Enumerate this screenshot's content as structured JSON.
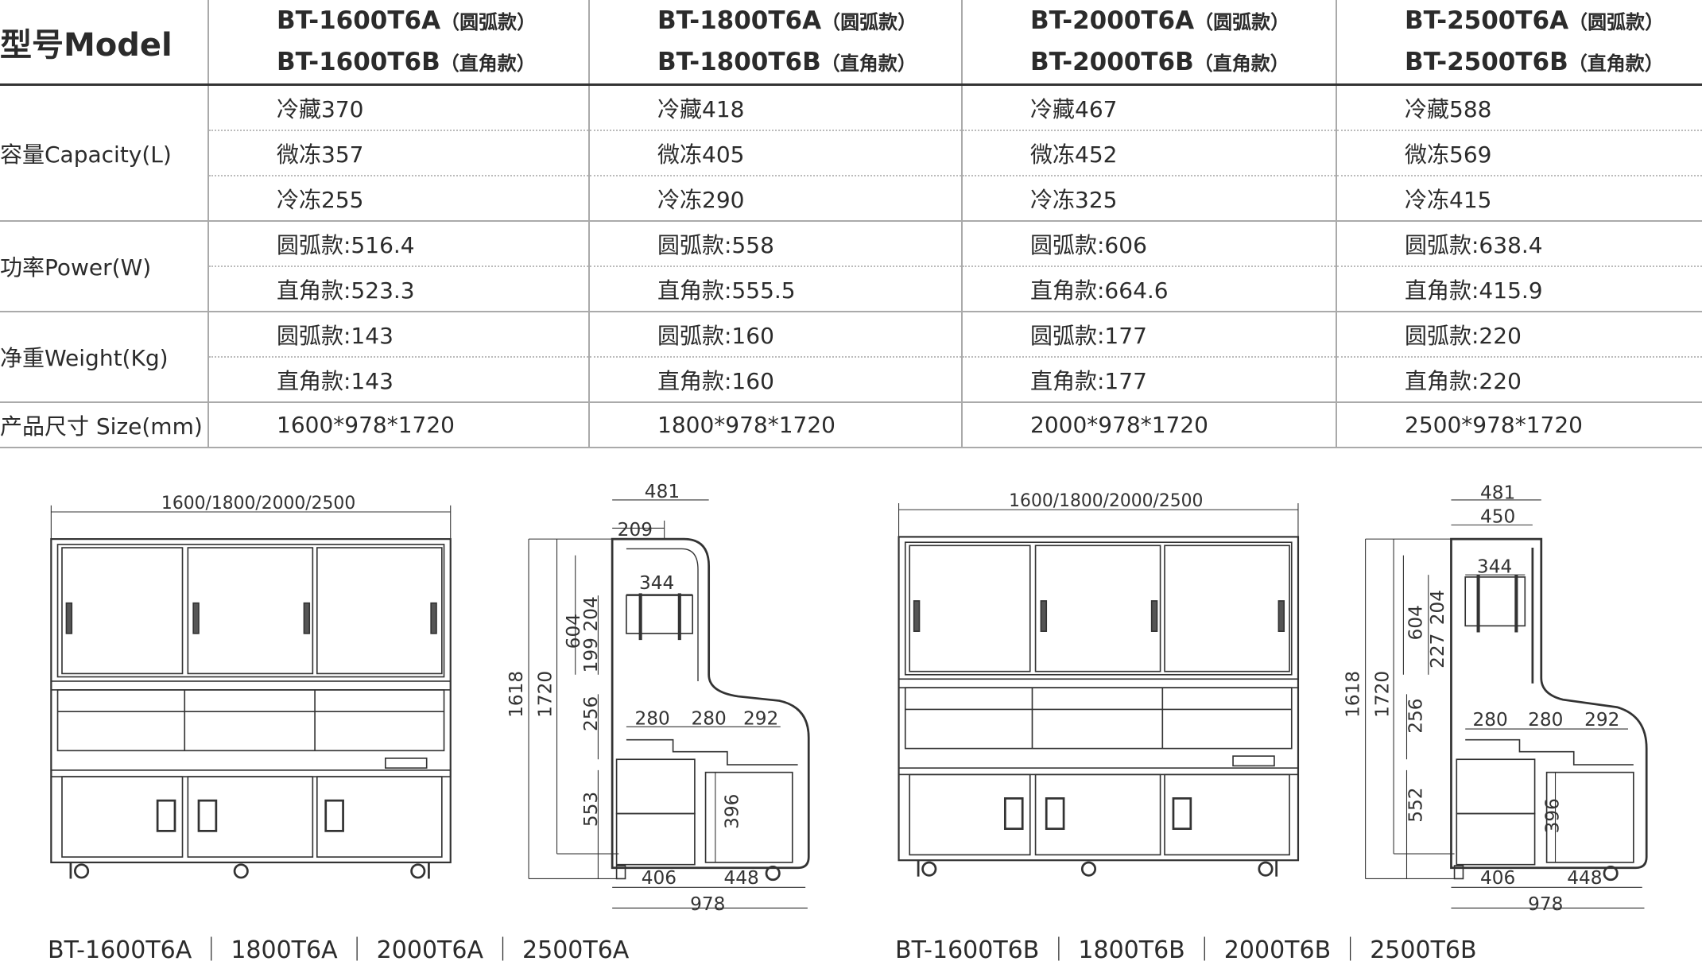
{
  "table": {
    "model_label": "型号Model",
    "models": [
      {
        "a": "BT-1600T6A",
        "a_type": "（圆弧款）",
        "b": "BT-1600T6B",
        "b_type": "（直角款）"
      },
      {
        "a": "BT-1800T6A",
        "a_type": "（圆弧款）",
        "b": "BT-1800T6B",
        "b_type": "（直角款）"
      },
      {
        "a": "BT-2000T6A",
        "a_type": "（圆弧款）",
        "b": "BT-2000T6B",
        "b_type": "（直角款）"
      },
      {
        "a": "BT-2500T6A",
        "a_type": "（圆弧款）",
        "b": "BT-2500T6B",
        "b_type": "（直角款）"
      }
    ],
    "capacity_label": "容量Capacity(L)",
    "capacity": [
      [
        "冷藏370",
        "冷藏418",
        "冷藏467",
        "冷藏588"
      ],
      [
        "微冻357",
        "微冻405",
        "微冻452",
        "微冻569"
      ],
      [
        "冷冻255",
        "冷冻290",
        "冷冻325",
        "冷冻415"
      ]
    ],
    "power_label": "功率Power(W)",
    "power": [
      [
        "圆弧款:516.4",
        "圆弧款:558",
        "圆弧款:606",
        "圆弧款:638.4"
      ],
      [
        "直角款:523.3",
        "直角款:555.5",
        "直角款:664.6",
        "直角款:415.9"
      ]
    ],
    "weight_label": "净重Weight(Kg)",
    "weight": [
      [
        "圆弧款:143",
        "圆弧款:160",
        "圆弧款:177",
        "圆弧款:220"
      ],
      [
        "直角款:143",
        "直角款:160",
        "直角款:177",
        "直角款:220"
      ]
    ],
    "size_label": "产品尺寸 Size(mm)",
    "size": [
      "1600*978*1720",
      "1800*978*1720",
      "2000*978*1720",
      "2500*978*1720"
    ]
  },
  "drawings": {
    "front_width": "1600/1800/2000/2500",
    "side_a": {
      "d481": "481",
      "d209": "209",
      "d344": "344",
      "d604": "604",
      "d204": "204",
      "d199": "199",
      "d1618": "1618",
      "d1720": "1720",
      "d256": "256",
      "d280a": "280",
      "d280b": "280",
      "d292": "292",
      "d553": "553",
      "d396": "396",
      "d406": "406",
      "d448": "448",
      "d978": "978"
    },
    "side_b": {
      "d481": "481",
      "d450": "450",
      "d344": "344",
      "d604": "604",
      "d204": "204",
      "d227": "227",
      "d1618": "1618",
      "d1720": "1720",
      "d256": "256",
      "d280a": "280",
      "d280b": "280",
      "d292": "292",
      "d552": "552",
      "d396": "396",
      "d406": "406",
      "d448": "448",
      "d978": "978"
    },
    "caption_a": "BT-1600T6A ｜ 1800T6A ｜ 2000T6A ｜ 2500T6A",
    "caption_b": "BT-1600T6B ｜ 1800T6B ｜ 2000T6B ｜ 2500T6B"
  }
}
